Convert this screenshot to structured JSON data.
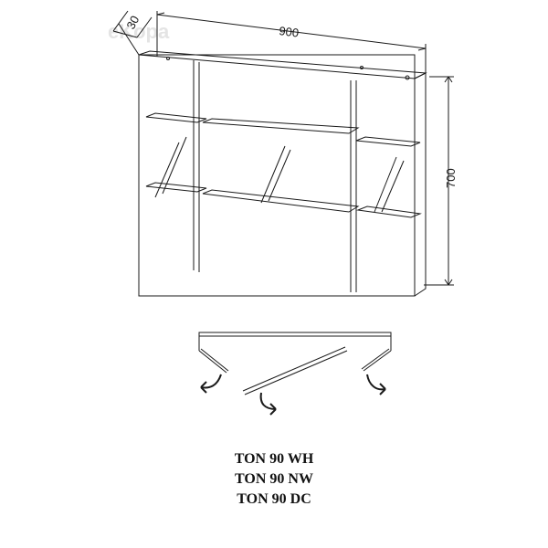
{
  "watermark": "eKopa",
  "dimensions": {
    "width": "900",
    "depth": "30",
    "height": "700"
  },
  "models": [
    "TON 90 WH",
    "TON 90 NW",
    "TON 90 DC"
  ],
  "colors": {
    "line": "#1a1a1a",
    "watermark": "#e4e4e4"
  }
}
